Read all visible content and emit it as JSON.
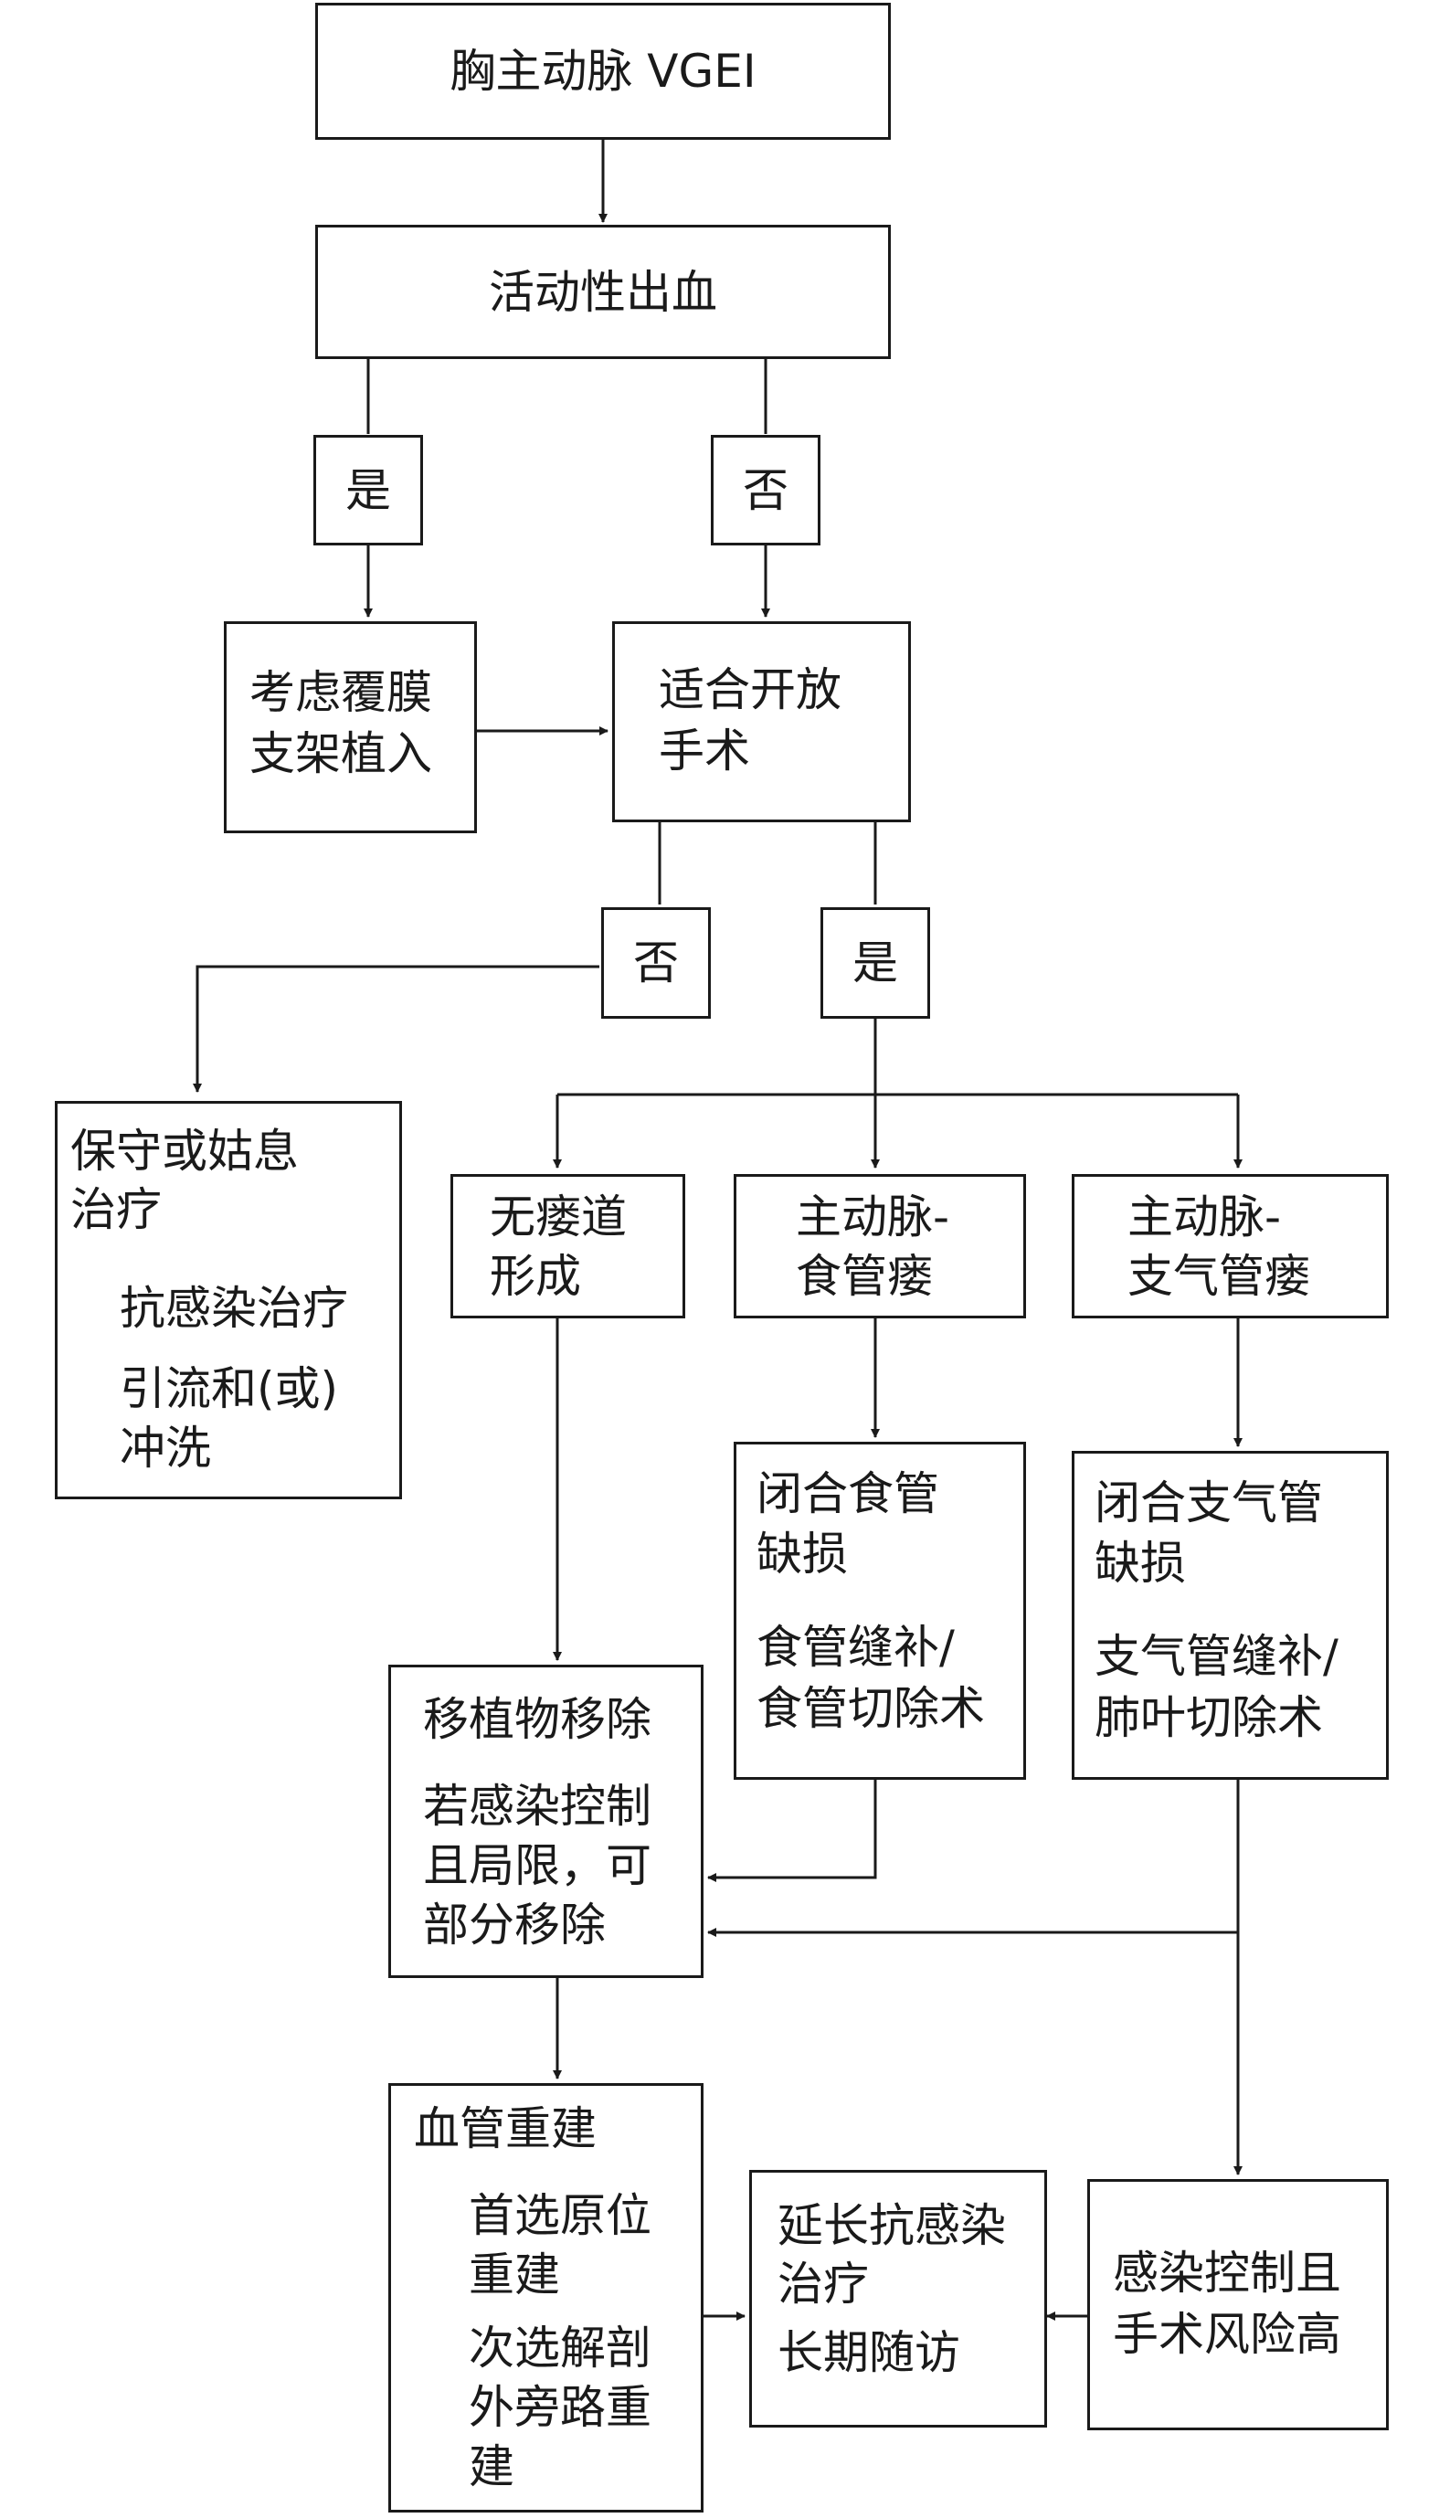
{
  "nodes": {
    "start": "胸主动脉 VGEI",
    "bleeding": "活动性出血",
    "yes1": "是",
    "no1": "否",
    "stent": [
      "考虑覆膜",
      "支架植入"
    ],
    "open_surgery": [
      "适合开放",
      "手术"
    ],
    "no2": "否",
    "yes2": "是",
    "conservative": {
      "title": [
        "保守或姑息",
        "治疗"
      ],
      "items": [
        "抗感染治疗",
        "引流和(或)",
        "冲洗"
      ]
    },
    "no_fistula": [
      "无瘘道",
      "形成"
    ],
    "aorto_esophageal": [
      "主动脉-",
      "食管瘘"
    ],
    "aorto_bronchial": [
      "主动脉-",
      "支气管瘘"
    ],
    "close_esophageal": {
      "title": [
        "闭合食管",
        "缺损"
      ],
      "items": [
        "食管缝补/",
        "食管切除术"
      ]
    },
    "close_bronchial": {
      "title": [
        "闭合支气管",
        "缺损"
      ],
      "items": [
        "支气管缝补/",
        "肺叶切除术"
      ]
    },
    "graft_removal": {
      "title": "移植物移除",
      "items": [
        "若感染控制",
        "且局限，可",
        "部分移除"
      ]
    },
    "reconstruction": {
      "title": "血管重建",
      "items": [
        "首选原位",
        "重建",
        "次选解剖",
        "外旁路重",
        "建"
      ]
    },
    "prolonged": [
      "延长抗感染",
      "治疗",
      "长期随访"
    ],
    "high_risk": [
      "感染控制且",
      "手术风险高"
    ]
  }
}
